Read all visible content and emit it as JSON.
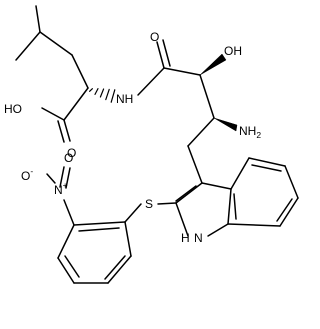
{
  "molecule": {
    "atoms": {
      "ho": "HO",
      "o_acid": "O",
      "nh": "NH",
      "o_amide": "O",
      "oh": "OH",
      "nh2_n": "NH",
      "nh2_sub": "2",
      "s": "S",
      "indole_n": "N",
      "indole_h": "H",
      "no2_o_minus": "O",
      "no2_minus_sign": "-",
      "no2_n": "N",
      "no2_plus_sign": "+",
      "no2_o": "O"
    }
  }
}
